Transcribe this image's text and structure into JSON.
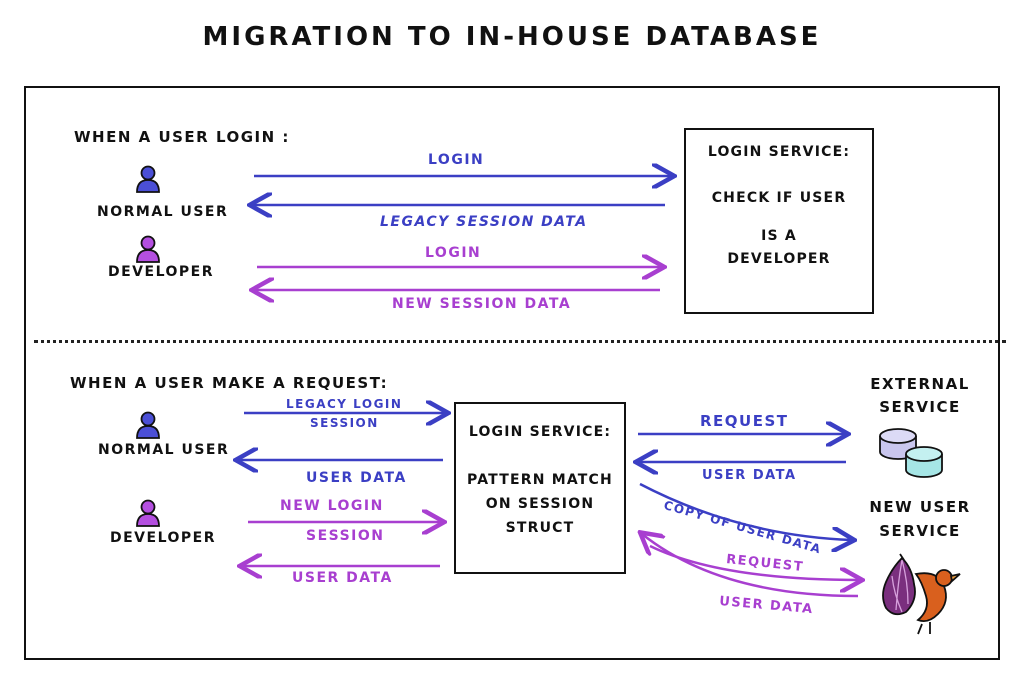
{
  "title": "MIGRATION TO IN-HOUSE DATABASE",
  "colors": {
    "blue": "#3b3fc4",
    "purple": "#a83fd0",
    "service_teal": "#a6e6e6",
    "service_lavender": "#c9c6ee",
    "bird_orange": "#d9601e"
  },
  "section1": {
    "heading": "WHEN A USER LOGIN :",
    "normal_user": "NORMAL USER",
    "developer": "DEVELOPER",
    "arrows": {
      "login_blue": "LOGIN",
      "legacy_session": "LEGACY SESSION DATA",
      "login_purple": "LOGIN",
      "new_session": "NEW SESSION DATA"
    },
    "service": {
      "title": "LOGIN SERVICE:",
      "line1": "CHECK IF USER",
      "line2": "IS A",
      "line3": "DEVELOPER"
    }
  },
  "section2": {
    "heading": "WHEN A USER MAKE A REQUEST:",
    "normal_user": "NORMAL USER",
    "developer": "DEVELOPER",
    "arrows": {
      "legacy_login_1": "LEGACY LOGIN",
      "legacy_login_2": "SESSION",
      "user_data_blue": "USER DATA",
      "new_login_1": "NEW LOGIN",
      "new_login_2": "SESSION",
      "user_data_purple": "USER DATA",
      "request_blue": "REQUEST",
      "user_data_ext": "USER DATA",
      "copy_user_data": "COPY OF USER DATA",
      "request_purple": "REQUEST",
      "user_data_new": "USER DATA"
    },
    "service": {
      "title": "LOGIN SERVICE:",
      "line1": "PATTERN MATCH",
      "line2": "ON SESSION",
      "line3": "STRUCT"
    },
    "external_service": {
      "line1": "EXTERNAL",
      "line2": "SERVICE"
    },
    "new_user_service": {
      "line1": "NEW USER",
      "line2": "SERVICE"
    }
  },
  "icons": [
    "user-icon",
    "database-icon",
    "fig-bird-icon"
  ]
}
